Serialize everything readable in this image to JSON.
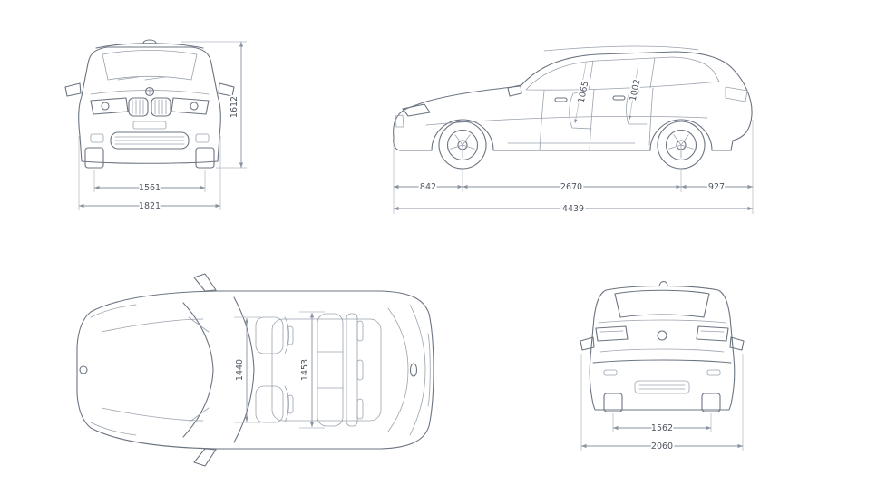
{
  "diagram": {
    "kind": "vehicle-dimensions-blueprint",
    "background": "#ffffff",
    "line_color": "#6b7481",
    "detail_line_color": "#9aa2ad",
    "dimension_line_color": "#8a93a0",
    "text_color": "#4d5560"
  },
  "views": {
    "front": {
      "dims": {
        "height": "1612",
        "track_width": "1561",
        "overall_width": "1821"
      }
    },
    "side": {
      "dims": {
        "front_overhang": "842",
        "wheelbase": "2670",
        "rear_overhang": "927",
        "overall_length": "4439",
        "interior_height_front": "1065",
        "interior_height_rear": "1002"
      }
    },
    "top": {
      "dims": {
        "interior_width_front": "1440",
        "interior_width_rear": "1453"
      }
    },
    "rear": {
      "dims": {
        "track_width": "1562",
        "overall_width_incl_mirrors": "2060"
      }
    }
  }
}
